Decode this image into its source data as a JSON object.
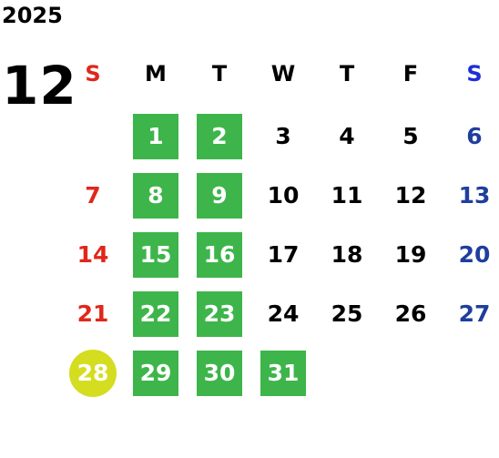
{
  "calendar": {
    "year": "2025",
    "month": "12",
    "colors": {
      "sunday": "#e0271b",
      "saturday": "#1f3f9e",
      "saturday_header": "#1d2fd6",
      "highlight": "#3db54a",
      "today": "#d4dd1f"
    },
    "weekdays": [
      {
        "label": "S",
        "color": "#e0271b"
      },
      {
        "label": "M",
        "color": "#000000"
      },
      {
        "label": "T",
        "color": "#000000"
      },
      {
        "label": "W",
        "color": "#000000"
      },
      {
        "label": "T",
        "color": "#000000"
      },
      {
        "label": "F",
        "color": "#000000"
      },
      {
        "label": "S",
        "color": "#1d2fd6"
      }
    ],
    "weeks": [
      [
        null,
        {
          "day": "1",
          "style": "green"
        },
        {
          "day": "2",
          "style": "green"
        },
        {
          "day": "3",
          "style": ""
        },
        {
          "day": "4",
          "style": ""
        },
        {
          "day": "5",
          "style": ""
        },
        {
          "day": "6",
          "style": "sat"
        }
      ],
      [
        {
          "day": "7",
          "style": "sun"
        },
        {
          "day": "8",
          "style": "green"
        },
        {
          "day": "9",
          "style": "green"
        },
        {
          "day": "10",
          "style": ""
        },
        {
          "day": "11",
          "style": ""
        },
        {
          "day": "12",
          "style": ""
        },
        {
          "day": "13",
          "style": "sat"
        }
      ],
      [
        {
          "day": "14",
          "style": "sun"
        },
        {
          "day": "15",
          "style": "green"
        },
        {
          "day": "16",
          "style": "green"
        },
        {
          "day": "17",
          "style": ""
        },
        {
          "day": "18",
          "style": ""
        },
        {
          "day": "19",
          "style": ""
        },
        {
          "day": "20",
          "style": "sat"
        }
      ],
      [
        {
          "day": "21",
          "style": "sun"
        },
        {
          "day": "22",
          "style": "green"
        },
        {
          "day": "23",
          "style": "green"
        },
        {
          "day": "24",
          "style": ""
        },
        {
          "day": "25",
          "style": ""
        },
        {
          "day": "26",
          "style": ""
        },
        {
          "day": "27",
          "style": "sat"
        }
      ],
      [
        {
          "day": "28",
          "style": "today"
        },
        {
          "day": "29",
          "style": "green"
        },
        {
          "day": "30",
          "style": "green"
        },
        {
          "day": "31",
          "style": "green"
        },
        null,
        null,
        null
      ]
    ]
  }
}
